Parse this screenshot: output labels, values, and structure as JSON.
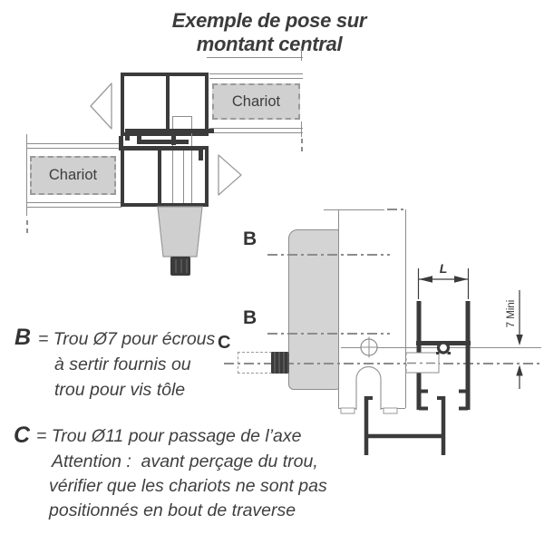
{
  "title": {
    "line1": "Exemple de pose sur",
    "line2": "montant central"
  },
  "plan_view": {
    "chariot_top": "Chariot",
    "chariot_bottom": "Chariot"
  },
  "side_view": {
    "b_upper": "B",
    "b_lower": "B",
    "c_label": "C",
    "l_dim": "L",
    "seven_mini": "7 Mini"
  },
  "legend": {
    "b_letter": "B",
    "b_text1": "= Trou Ø7 pour écrous",
    "b_text2": "à sertir fournis ou",
    "b_text3": "trou pour vis tôle",
    "c_letter": "C",
    "c_text1": "= Trou Ø11 pour passage de l’axe",
    "c_text2": "Attention :  avant perçage du trou,",
    "c_text3": "vérifier que les chariots ne sont pas",
    "c_text4": "positionnés en bout de traverse"
  },
  "colors": {
    "thick_line": "#3b3b3b",
    "thin_line": "#8c8c8c",
    "gray_fill": "#d0d0d0",
    "panel_fill": "#d4d4d4",
    "text": "#3d3d3d"
  }
}
